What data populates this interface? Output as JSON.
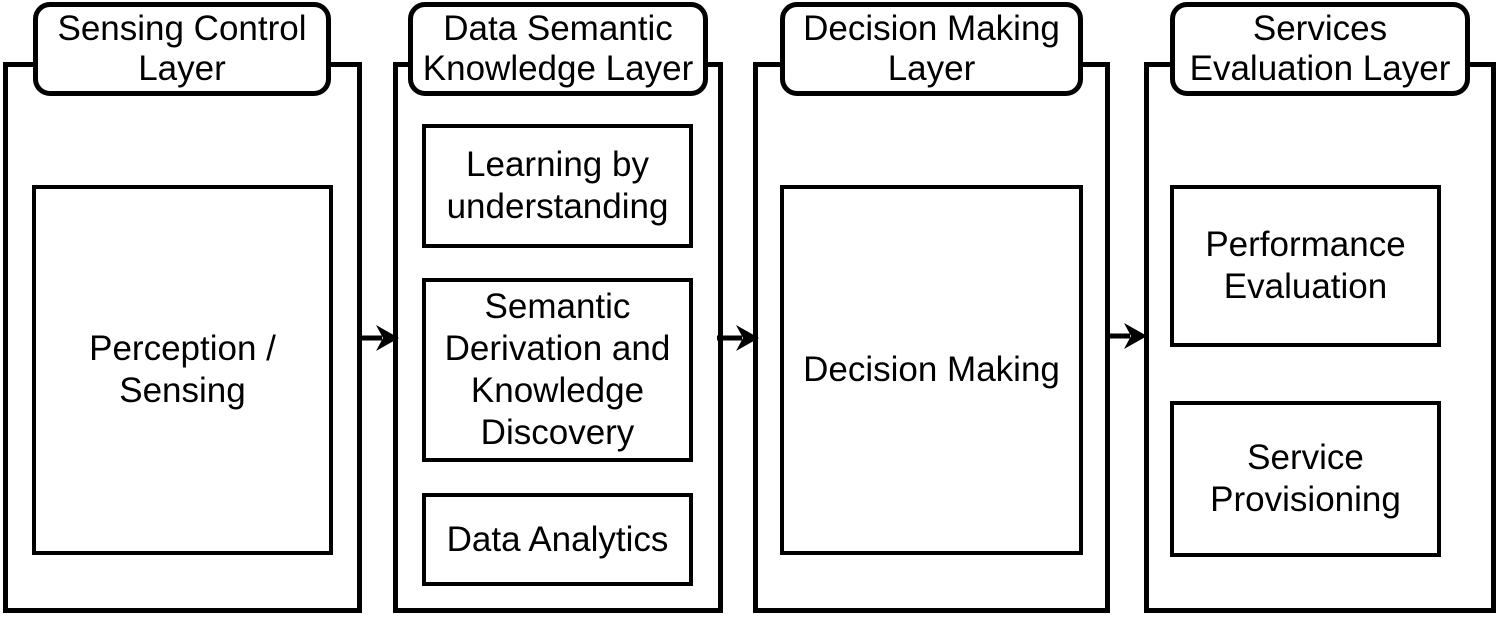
{
  "diagram": {
    "type": "layered-architecture-flow",
    "colors": {
      "line": "#000000",
      "background": "#ffffff",
      "text": "#000000"
    },
    "layers": [
      {
        "title": "Sensing Control\nLayer",
        "boxes": [
          {
            "label": "Perception /\nSensing"
          }
        ]
      },
      {
        "title": "Data Semantic\nKnowledge Layer",
        "boxes": [
          {
            "label": "Learning by\nunderstanding"
          },
          {
            "label": "Semantic\nDerivation and\nKnowledge\nDiscovery"
          },
          {
            "label": "Data Analytics"
          }
        ]
      },
      {
        "title": "Decision Making\nLayer",
        "boxes": [
          {
            "label": "Decision Making"
          }
        ]
      },
      {
        "title": "Services\nEvaluation Layer",
        "boxes": [
          {
            "label": "Performance\nEvaluation"
          },
          {
            "label": "Service\nProvisioning"
          }
        ]
      }
    ],
    "connectors": [
      {
        "from": "Sensing Control Layer",
        "to": "Data Semantic Knowledge Layer",
        "icon": "arrow-right"
      },
      {
        "from": "Data Semantic Knowledge Layer",
        "to": "Decision Making Layer",
        "icon": "arrow-right"
      },
      {
        "from": "Decision Making Layer",
        "to": "Services Evaluation Layer",
        "icon": "arrow-right"
      }
    ]
  }
}
